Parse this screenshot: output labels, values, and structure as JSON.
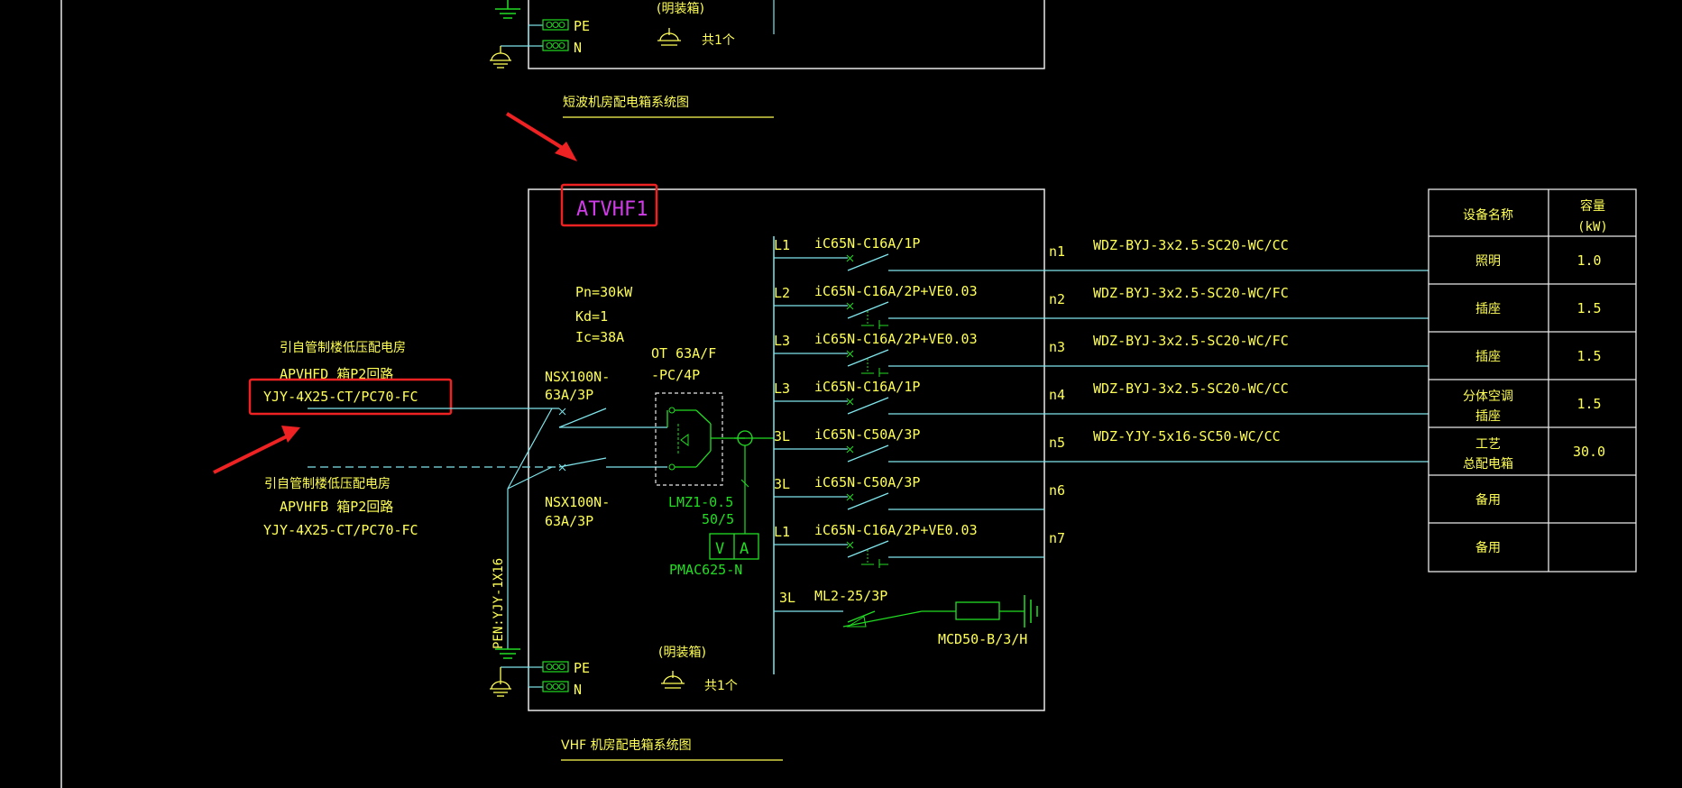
{
  "colors": {
    "background": "#000000",
    "line_white": "#e8e8e8",
    "line_cyan": "#7fe6ec",
    "text_yellow": "#ffff55",
    "text_green": "#22dd22",
    "text_magenta": "#d03ce8",
    "annotation_red": "#ee2222"
  },
  "top_fragment": {
    "pe_label": "PE",
    "n_label": "N",
    "enclosure": "(明装箱)",
    "count": "共1个",
    "title": "短波机房配电箱系统图"
  },
  "panel": {
    "name": "ATVHF1",
    "pn": "Pn=30kW",
    "kd": "Kd=1",
    "ic": "Ic=38A",
    "pe_label": "PE",
    "n_label": "N",
    "enclosure": "(明装箱)",
    "count": "共1个",
    "title": "VHF 机房配电箱系统图"
  },
  "incoming": [
    {
      "line1": "引自管制楼低压配电房",
      "line2": "APVHFD 箱P2回路",
      "line3": "YJY-4X25-CT/PC70-FC"
    },
    {
      "line1": "引自管制楼低压配电房",
      "line2": "APVHFB 箱P2回路",
      "line3": "YJY-4X25-CT/PC70-FC"
    }
  ],
  "main_breakers": [
    {
      "line1": "NSX100N-",
      "line2": "63A/3P"
    },
    {
      "line1": "NSX100N-",
      "line2": "63A/3P"
    }
  ],
  "ats": {
    "line1": "OT 63A/F",
    "line2": "-PC/4P"
  },
  "meter": {
    "ct_line1": "LMZ1-0.5",
    "ct_line2": "50/5",
    "v": "V",
    "a": "A",
    "model": "PMAC625-N"
  },
  "pen_cable": "PEN:YJY-1X16",
  "circuits": [
    {
      "phase": "L1",
      "breaker": "iC65N-C16A/1P",
      "no": "n1",
      "cable": "WDZ-BYJ-3x2.5-SC20-WC/CC"
    },
    {
      "phase": "L2",
      "breaker": "iC65N-C16A/2P+VE0.03",
      "no": "n2",
      "cable": "WDZ-BYJ-3x2.5-SC20-WC/FC"
    },
    {
      "phase": "L3",
      "breaker": "iC65N-C16A/2P+VE0.03",
      "no": "n3",
      "cable": "WDZ-BYJ-3x2.5-SC20-WC/FC"
    },
    {
      "phase": "L3",
      "breaker": "iC65N-C16A/1P",
      "no": "n4",
      "cable": "WDZ-BYJ-3x2.5-SC20-WC/CC"
    },
    {
      "phase": "3L",
      "breaker": "iC65N-C50A/3P",
      "no": "n5",
      "cable": "WDZ-YJY-5x16-SC50-WC/CC"
    },
    {
      "phase": "3L",
      "breaker": "iC65N-C50A/3P",
      "no": "n6",
      "cable": ""
    },
    {
      "phase": "L1",
      "breaker": "iC65N-C16A/2P+VE0.03",
      "no": "n7",
      "cable": ""
    }
  ],
  "spd": {
    "phase": "3L",
    "breaker": "ML2-25/3P",
    "model": "MCD50-B/3/H"
  },
  "equipment_table": {
    "header_name": "设备名称",
    "header_capacity_1": "容量",
    "header_capacity_2": "(kW)",
    "rows": [
      {
        "name1": "照明",
        "name2": "",
        "capacity": "1.0"
      },
      {
        "name1": "插座",
        "name2": "",
        "capacity": "1.5"
      },
      {
        "name1": "插座",
        "name2": "",
        "capacity": "1.5"
      },
      {
        "name1": "分体空调",
        "name2": "插座",
        "capacity": "1.5"
      },
      {
        "name1": "工艺",
        "name2": "总配电箱",
        "capacity": "30.0"
      },
      {
        "name1": "备用",
        "name2": "",
        "capacity": ""
      },
      {
        "name1": "备用",
        "name2": "",
        "capacity": ""
      }
    ]
  }
}
